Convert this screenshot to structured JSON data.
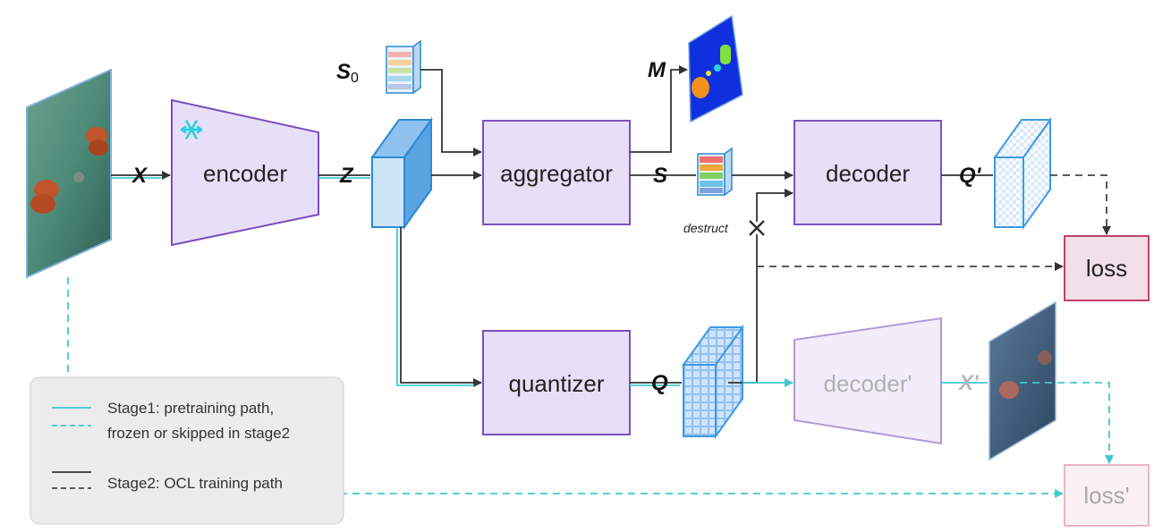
{
  "modules": {
    "encoder": "encoder",
    "aggregator": "aggregator",
    "decoder": "decoder",
    "quantizer": "quantizer",
    "decoder_prime": "decoder'",
    "loss": "loss",
    "loss_prime": "loss'"
  },
  "variables": {
    "x": "X",
    "z": "Z",
    "s0_base": "S",
    "s0_sub": "0",
    "m": "M",
    "s": "S",
    "q_prime": "Q'",
    "q": "Q",
    "x_prime": "X'"
  },
  "annotations": {
    "destruct": "destruct",
    "frozen_icon": "snowflake-icon"
  },
  "legend": {
    "stage1_line1": "Stage1: pretraining path,",
    "stage1_line2": "frozen or skipped in stage2",
    "stage2": "Stage2: OCL training path"
  },
  "colors": {
    "module_fill": "#e6dff7",
    "module_stroke": "#7b4fc0",
    "loss_fill": "#f2dfe8",
    "loss_stroke": "#c0406a",
    "stage1_line": "#3ec9d0",
    "stage2_line": "#333333",
    "legend_bg": "#ececec",
    "snowflake": "#1fd0e8"
  }
}
